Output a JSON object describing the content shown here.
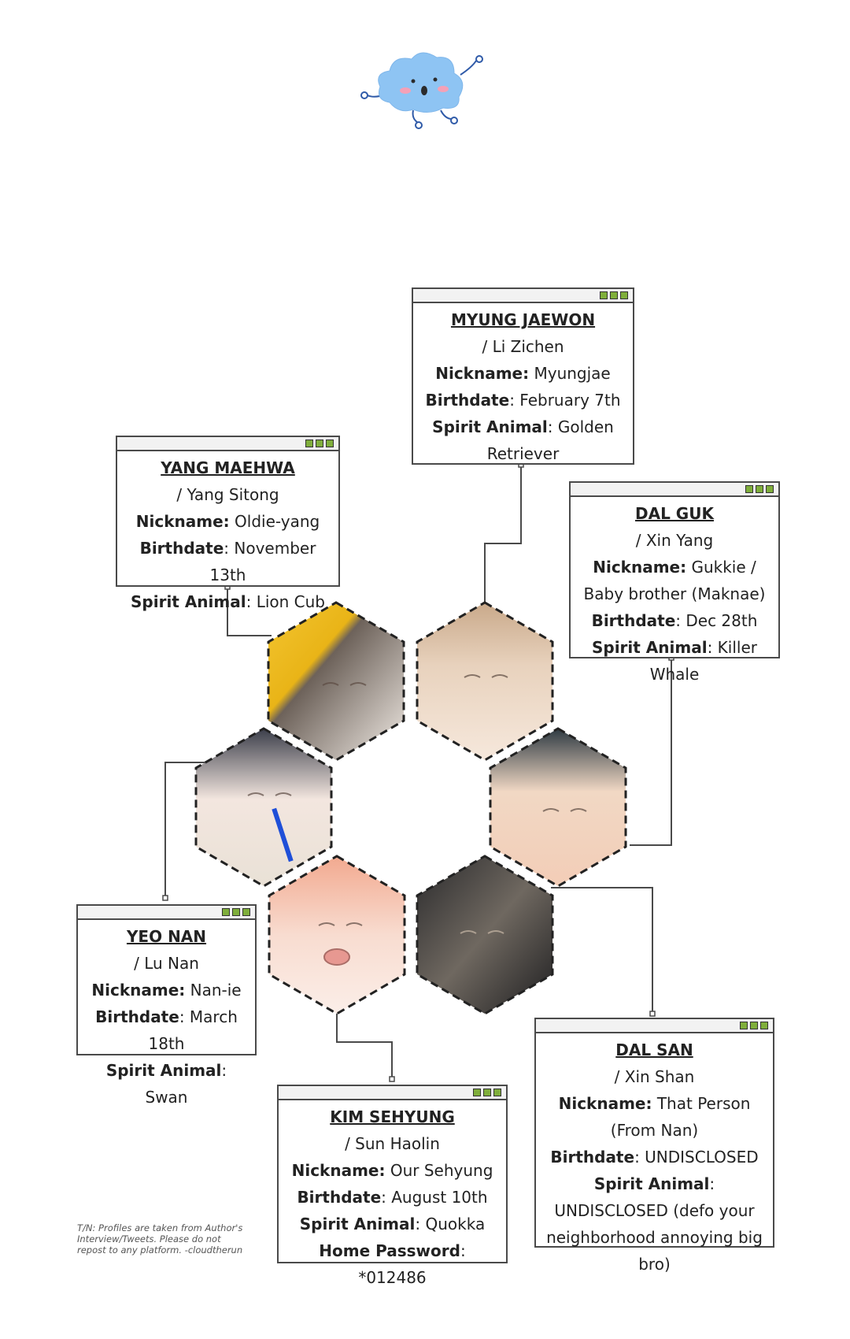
{
  "profiles": {
    "myung": {
      "name": "MYUNG JAEWON",
      "alias": "/ Li Zichen",
      "nickname_label": "Nickname:",
      "nickname": " Myungjae",
      "birthdate_label": "Birthdate",
      "birthdate": ": February 7th",
      "spirit_label": "Spirit Animal",
      "spirit": ": Golden Retriever"
    },
    "yang": {
      "name": "YANG MAEHWA",
      "alias": "/ Yang Sitong",
      "nickname_label": "Nickname:",
      "nickname": " Oldie-yang",
      "birthdate_label": "Birthdate",
      "birthdate": ": November 13th",
      "spirit_label": "Spirit Animal",
      "spirit": ": Lion Cub"
    },
    "dalguk": {
      "name": "DAL GUK",
      "alias": "/ Xin Yang",
      "nickname_label": "Nickname:",
      "nickname": " Gukkie / Baby brother (Maknae)",
      "birthdate_label": "Birthdate",
      "birthdate": ": Dec 28th",
      "spirit_label": "Spirit Animal",
      "spirit": ": Killer Whale"
    },
    "yeo": {
      "name": "YEO NAN",
      "alias": "/ Lu Nan",
      "nickname_label": "Nickname:",
      "nickname": " Nan-ie",
      "birthdate_label": "Birthdate",
      "birthdate": ": March 18th",
      "spirit_label": "Spirit Animal",
      "spirit": ": Swan"
    },
    "kim": {
      "name": "KIM SEHYUNG",
      "alias": "/ Sun Haolin",
      "nickname_label": "Nickname:",
      "nickname": " Our Sehyung",
      "birthdate_label": "Birthdate",
      "birthdate": ": August 10th",
      "spirit_label": "Spirit Animal",
      "spirit": ": Quokka",
      "password_label": "Home Password",
      "password": ": *012486"
    },
    "dalsan": {
      "name": "DAL SAN",
      "alias": "/ Xin Shan",
      "nickname_label": "Nickname:",
      "nickname": " That Person (From Nan)",
      "birthdate_label": "Birthdate",
      "birthdate": ": UNDISCLOSED",
      "spirit_label": "Spirit Animal",
      "spirit": ": UNDISCLOSED (defo your neighborhood annoying big bro)"
    }
  },
  "note": "T/N: Profiles are taken from Author's Interview/Tweets. Please do not repost to any platform. -cloudtherun",
  "colors": {
    "border": "#4a4a4a",
    "window_dot": "#7fae3b",
    "cloud": "#8ec4f3"
  },
  "icons": {
    "mascot": "cloud-mascot-icon"
  }
}
